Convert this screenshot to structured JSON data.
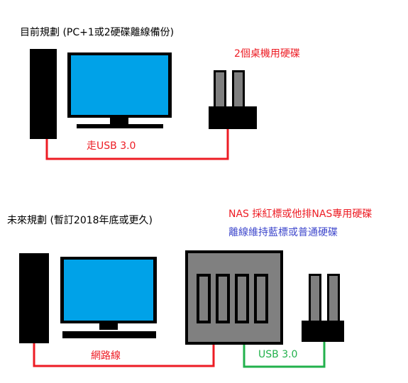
{
  "current_plan": {
    "title": "目前規劃 (PC+1或2硬碟離線備份)",
    "drives_label": "2個桌機用硬碟",
    "cable_label": "走USB 3.0"
  },
  "future_plan": {
    "title": "未來規劃 (暫訂2018年底或更久)",
    "nas_label": "NAS 採紅標或他排NAS專用硬碟",
    "offline_label": "離線維持藍標或普通硬碟",
    "network_label": "網路線",
    "usb_label": "USB 3.0"
  },
  "colors": {
    "black": "#000000",
    "monitor_screen": "#00a2e8",
    "drive_gray": "#7f7f7f",
    "nas_gray": "#808080",
    "red_line": "#ed1c24",
    "green_line": "#22b14c",
    "blue_text": "#3f48cc",
    "text_black": "#000000"
  }
}
